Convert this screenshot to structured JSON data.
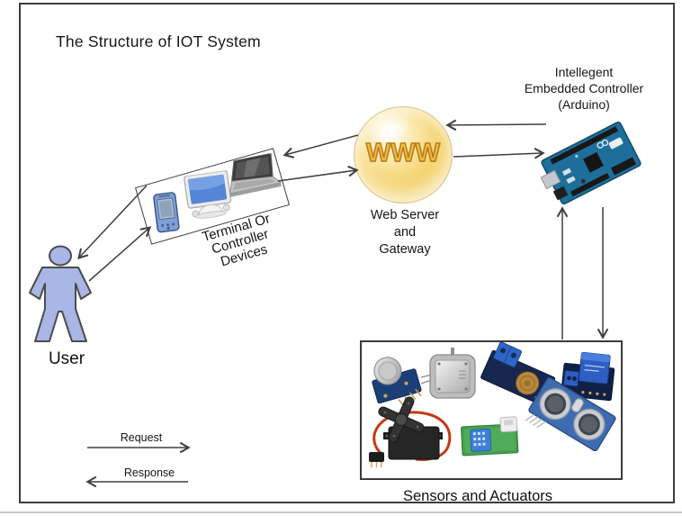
{
  "title": "The Structure of IOT System",
  "nodes": {
    "user": {
      "label": "User"
    },
    "terminal": {
      "label_lines": [
        "Terminal Or",
        "Controller",
        "Devices"
      ],
      "devices": [
        "pda",
        "desktop-computer",
        "laptop"
      ]
    },
    "web_server": {
      "globe_text": "WWW",
      "label_lines": [
        "Web Server",
        "and",
        "Gateway"
      ]
    },
    "embedded_controller": {
      "label_lines": [
        "Intellegent",
        "Embedded Controller",
        "(Arduino)"
      ]
    },
    "sensors": {
      "label": "Sensors and Actuators",
      "items": [
        "gas-sensor",
        "stepper-motor",
        "voltage-sensor",
        "relay-module",
        "servo-motor",
        "humidity-sensor",
        "ultrasonic-sensor"
      ]
    }
  },
  "legend": {
    "request_label": "Request",
    "response_label": "Response"
  },
  "colors": {
    "arrow": "#3f3f3f",
    "border": "#3b3b3b",
    "user_fill": "#a9b6e6",
    "globe_gold": "#f0c445",
    "globe_text": "#d9951e",
    "arduino_blue": "#1e6e9c",
    "pcb_navy": "#16254d",
    "relay_blue": "#2e5fc0",
    "humidity_green": "#44a04d",
    "ultrasonic_blue": "#3e6cb2"
  }
}
